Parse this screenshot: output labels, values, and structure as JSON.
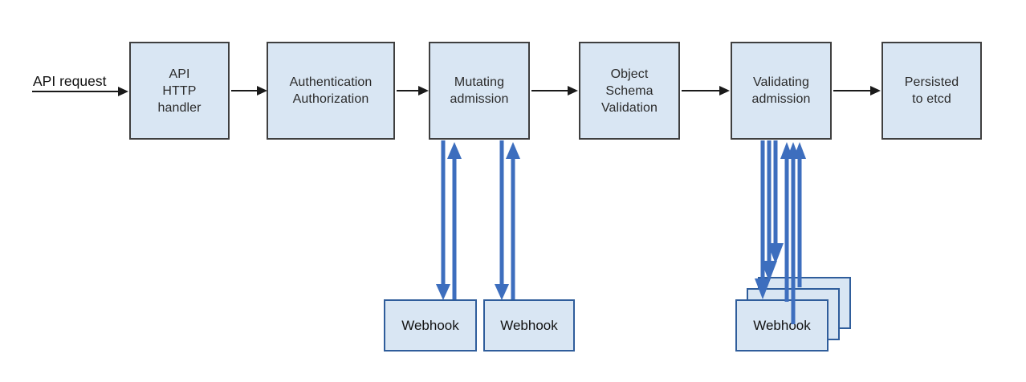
{
  "diagram": {
    "description": "Kubernetes API request admission control flow",
    "entry_label": "API request",
    "flow_boxes": {
      "api_http_handler": {
        "lines": [
          "API",
          "HTTP",
          "handler"
        ]
      },
      "auth": {
        "lines": [
          "Authentication",
          "Authorization"
        ]
      },
      "mutating": {
        "lines": [
          "Mutating",
          "admission"
        ]
      },
      "object_schema": {
        "lines": [
          "Object",
          "Schema",
          "Validation"
        ]
      },
      "validating": {
        "lines": [
          "Validating",
          "admission"
        ]
      },
      "persisted": {
        "lines": [
          "Persisted",
          "to etcd"
        ]
      }
    },
    "webhooks": {
      "mutating_1": "Webhook",
      "mutating_2": "Webhook",
      "validating_back": "Webhook",
      "validating_middle": "Webhook",
      "validating_front": "Webhook"
    },
    "colors": {
      "box_fill": "#d9e6f3",
      "box_border": "#3f3f3f",
      "webhook_border": "#2f5d9b",
      "flow_arrow": "#1a1a1a",
      "webhook_arrow": "#3d6ebe",
      "text": "#2b2b2b"
    }
  }
}
